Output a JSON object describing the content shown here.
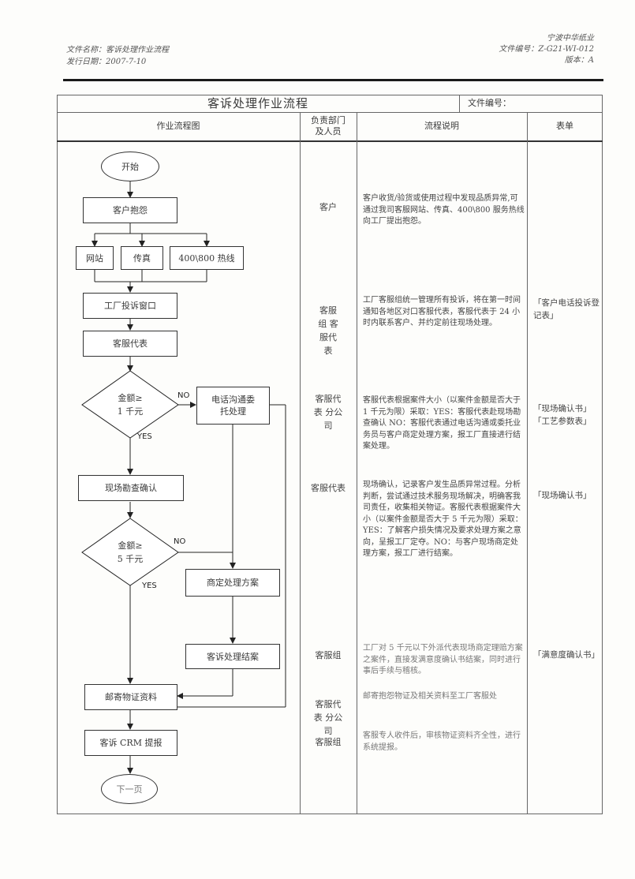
{
  "header": {
    "file_name": "文件名称：客诉处理作业流程",
    "issue_date": "发行日期：2007-7-10",
    "company": "宁波中华纸业",
    "doc_code": "文件编号：Z-G21-WI-012",
    "version": "版本：A"
  },
  "table": {
    "title": "客诉处理作业流程",
    "doc_no_label": "文件编号：",
    "col_flow": "作业流程图",
    "col_dept": "负责部门及人员",
    "col_desc": "流程说明",
    "col_form": "表单"
  },
  "flow": {
    "start": "开始",
    "complaint": "客户抱怨",
    "website": "网站",
    "fax": "传真",
    "hotline": "400\\800 热线",
    "window": "工厂投诉窗口",
    "rep": "客服代表",
    "d1": "金额≥ 1千元",
    "d1_line1": "金额≥",
    "d1_line2": "1 千元",
    "phone": "电话沟通委托处理",
    "phone_line1": "电话沟通委",
    "phone_line2": "托处理",
    "onsite": "现场勘查确认",
    "d2_line1": "金额≥",
    "d2_line2": "5 千元",
    "negotiate": "商定处理方案",
    "close": "客诉处理结案",
    "mail": "邮寄物证资料",
    "crm": "客诉 CRM 提报",
    "next": "下一页",
    "yes": "YES",
    "no": "NO"
  },
  "rows": [
    {
      "dept": "客户",
      "desc": "客户收货/验货或使用过程中发现品质异常,可通过我司客服网站、传真、400\\800 服务热线向工厂提出抱怨。",
      "form": ""
    },
    {
      "dept": "客服组 客服代表",
      "desc": "工厂客服组统一管理所有投诉，将在第一时间通知各地区对口客服代表，客服代表于 24 小时内联系客户、并约定前往现场处理。",
      "form": "「客户电话投诉登记表」"
    },
    {
      "dept": "客服代表 分公司",
      "desc": "客服代表根据案件大小（以案件金额是否大于 1 千元为限）采取：YES：客服代表赴现场勘查确认 NO：客服代表通过电话沟通或委托业务员与客户商定处理方案，报工厂直接进行结案处理。",
      "form": "「现场确认书」「工艺参数表」"
    },
    {
      "dept": "客服代表",
      "desc": "现场确认，记录客户发生品质异常过程。分析判断，尝试通过技术服务现场解决，明确客我司责任，收集相关物证。客服代表根据案件大小（以案件金额是否大于 5 千元为限）采取：YES：了解客户损失情况及要求处理方案之意向，呈报工厂定夺。NO：与客户现场商定处理方案，报工厂进行结案。",
      "form": "「现场确认书」"
    },
    {
      "dept": "客服组",
      "desc": "工厂对 5 千元以下外派代表现场商定理赔方案之案件，直接发满意度确认书结案，同时进行事后手续与稽核。",
      "form": "「满意度确认书」"
    },
    {
      "dept": "客服代表 分公司",
      "desc": "邮寄抱怨物证及相关资料至工厂客服处",
      "form": ""
    },
    {
      "dept": "客服组",
      "desc": "客服专人收件后，审核物证资料齐全性，进行系统提报。",
      "form": ""
    }
  ]
}
